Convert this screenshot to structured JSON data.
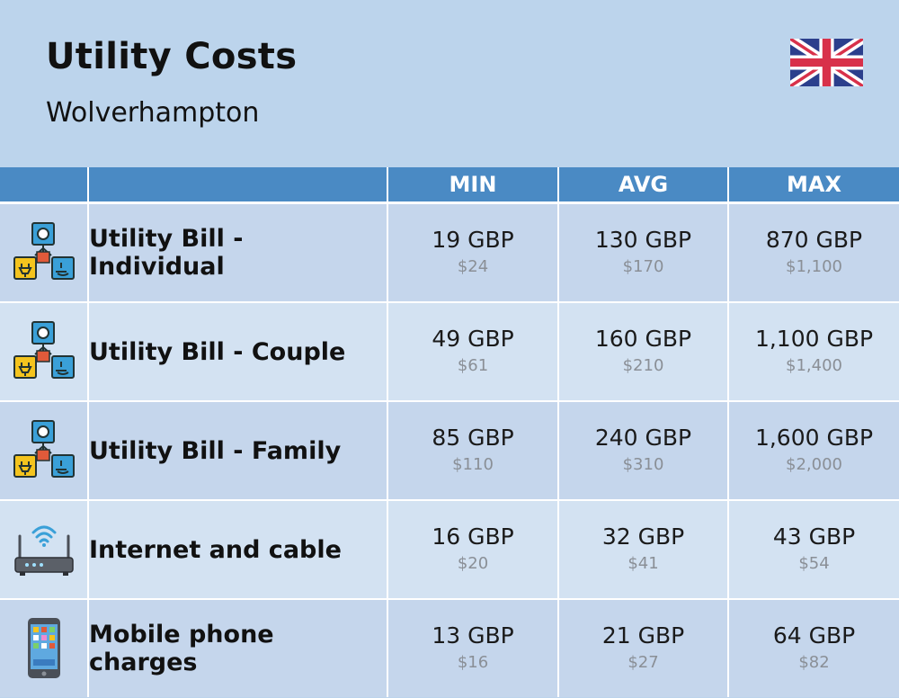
{
  "header": {
    "title": "Utility Costs",
    "city": "Wolverhampton"
  },
  "table": {
    "columns": [
      "",
      "",
      "MIN",
      "AVG",
      "MAX"
    ],
    "rows": [
      {
        "label": "Utility Bill - Individual",
        "icon": "utilities-icon",
        "min": "19 GBP",
        "min_usd": "$24",
        "avg": "130 GBP",
        "avg_usd": "$170",
        "max": "870 GBP",
        "max_usd": "$1,100"
      },
      {
        "label": "Utility Bill - Couple",
        "icon": "utilities-icon",
        "min": "49 GBP",
        "min_usd": "$61",
        "avg": "160 GBP",
        "avg_usd": "$210",
        "max": "1,100 GBP",
        "max_usd": "$1,400"
      },
      {
        "label": "Utility Bill - Family",
        "icon": "utilities-icon",
        "min": "85 GBP",
        "min_usd": "$110",
        "avg": "240 GBP",
        "avg_usd": "$310",
        "max": "1,600 GBP",
        "max_usd": "$2,000"
      },
      {
        "label": "Internet and cable",
        "icon": "router-icon",
        "min": "16 GBP",
        "min_usd": "$20",
        "avg": "32 GBP",
        "avg_usd": "$41",
        "max": "43 GBP",
        "max_usd": "$54"
      },
      {
        "label": "Mobile phone charges",
        "icon": "smartphone-icon",
        "min": "13 GBP",
        "min_usd": "$16",
        "avg": "21 GBP",
        "avg_usd": "$27",
        "max": "64 GBP",
        "max_usd": "$82"
      }
    ]
  },
  "colors": {
    "background": "#bcd4ec",
    "header_row": "#4a8ac4",
    "row_odd": "#c5d6ec",
    "row_even": "#d3e2f2"
  }
}
